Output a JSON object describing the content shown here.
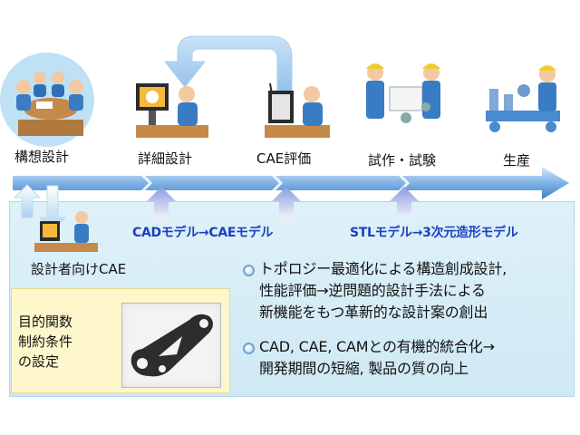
{
  "stages": [
    {
      "label": "構想設計"
    },
    {
      "label": "詳細設計"
    },
    {
      "label": "CAE評価"
    },
    {
      "label": "試作・試験"
    },
    {
      "label": "生産"
    }
  ],
  "models": {
    "cad_to_cae": "CADモデル→CAEモデル",
    "stl_to_3d": "STLモデル→3次元造形モデル"
  },
  "designer_cae": "設計者向けCAE",
  "setup": {
    "line1": "目的関数",
    "line2": "制約条件",
    "line3": "の設定"
  },
  "bullets": [
    {
      "lines": [
        "トポロジー最適化による構造創成設計,",
        "性能評価→逆問題的設計手法による",
        "新機能をもつ革新的な設計案の創出"
      ]
    },
    {
      "lines": [
        "CAD, CAE, CAMとの有機的統合化→",
        "開発期間の短縮, 製品の質の向上"
      ]
    }
  ],
  "colors": {
    "flow_arrow": "#5a9ad8",
    "up_arrow": "#9ba9e6",
    "panel_bg": "#d6edf6",
    "model_text": "#1d3fc4",
    "sub_box": "#fff7cc"
  }
}
